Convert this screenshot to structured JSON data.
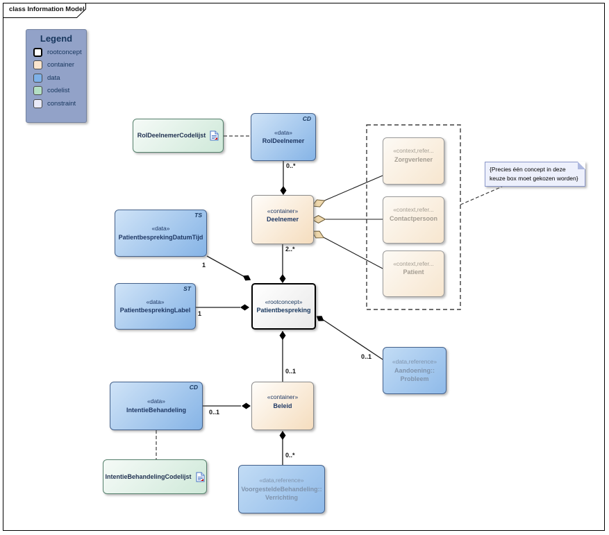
{
  "frame": {
    "tab_label": "class Information Model"
  },
  "legend": {
    "title": "Legend",
    "items": [
      {
        "label": "rootconcept"
      },
      {
        "label": "container"
      },
      {
        "label": "data"
      },
      {
        "label": "codelist"
      },
      {
        "label": "constraint"
      }
    ]
  },
  "nodes": {
    "rolDeelnemerCodelijst": {
      "name": "RolDeelnemerCodelijst"
    },
    "rolDeelnemer": {
      "stereotype": "«data»",
      "name": "RolDeelnemer",
      "type_marker": "CD"
    },
    "deelnemer": {
      "stereotype": "«container»",
      "name": "Deelnemer"
    },
    "zorgverlener": {
      "stereotype": "«context,refer...",
      "name": "Zorgverlener"
    },
    "contactpersoon": {
      "stereotype": "«context,refer...",
      "name": "Contactpersoon"
    },
    "patient": {
      "stereotype": "«context,refer...",
      "name": "Patient"
    },
    "patientbesprekingDatumTijd": {
      "stereotype": "«data»",
      "name": "PatientbesprekingDatumTijd",
      "type_marker": "TS"
    },
    "patientbesprekingLabel": {
      "stereotype": "«data»",
      "name": "PatientbesprekingLabel",
      "type_marker": "ST"
    },
    "patientbespreking": {
      "stereotype": "«rootconcept»",
      "name": "Patientbespreking"
    },
    "aandoeningProbleem": {
      "stereotype": "«data,reference»",
      "name_line1": "Aandoening::",
      "name_line2": "Probleem"
    },
    "intentieBehandeling": {
      "stereotype": "«data»",
      "name": "IntentieBehandeling",
      "type_marker": "CD"
    },
    "beleid": {
      "stereotype": "«container»",
      "name": "Beleid"
    },
    "intentieBehandelingCodelijst": {
      "name": "IntentieBehandelingCodelijst"
    },
    "voorgesteldeBehandeling": {
      "stereotype": "«data,reference»",
      "name_line1": "VoorgesteldeBehandeling::",
      "name_line2": "Verrichting"
    }
  },
  "note": {
    "text": "{Precies één concept in deze keuze box moet gekozen worden}"
  },
  "multiplicities": {
    "deelnemer_rolDeelnemer": "0..*",
    "patientbespreking_deelnemer": "2..*",
    "patientbespreking_datumTijd": "1",
    "patientbespreking_label": "1",
    "patientbespreking_aandoening": "0..1",
    "patientbespreking_beleid": "0..1",
    "beleid_intentieBehandeling": "0..1",
    "beleid_verrichting": "0..*"
  },
  "colors": {
    "data_fill": "#86b4e6",
    "container_fill": "#f5ddbe",
    "codelist_fill": "#cfe9d9",
    "constraint_fill": "#edf0fc",
    "legend_bg": "#92a2c8",
    "navy_text": "#1f3864",
    "muted_reference_text": "#7f93ac",
    "context_text": "#a49d92",
    "aggregation_diamond_fill": "#eed7ab",
    "composition_diamond_fill": "#000000"
  }
}
